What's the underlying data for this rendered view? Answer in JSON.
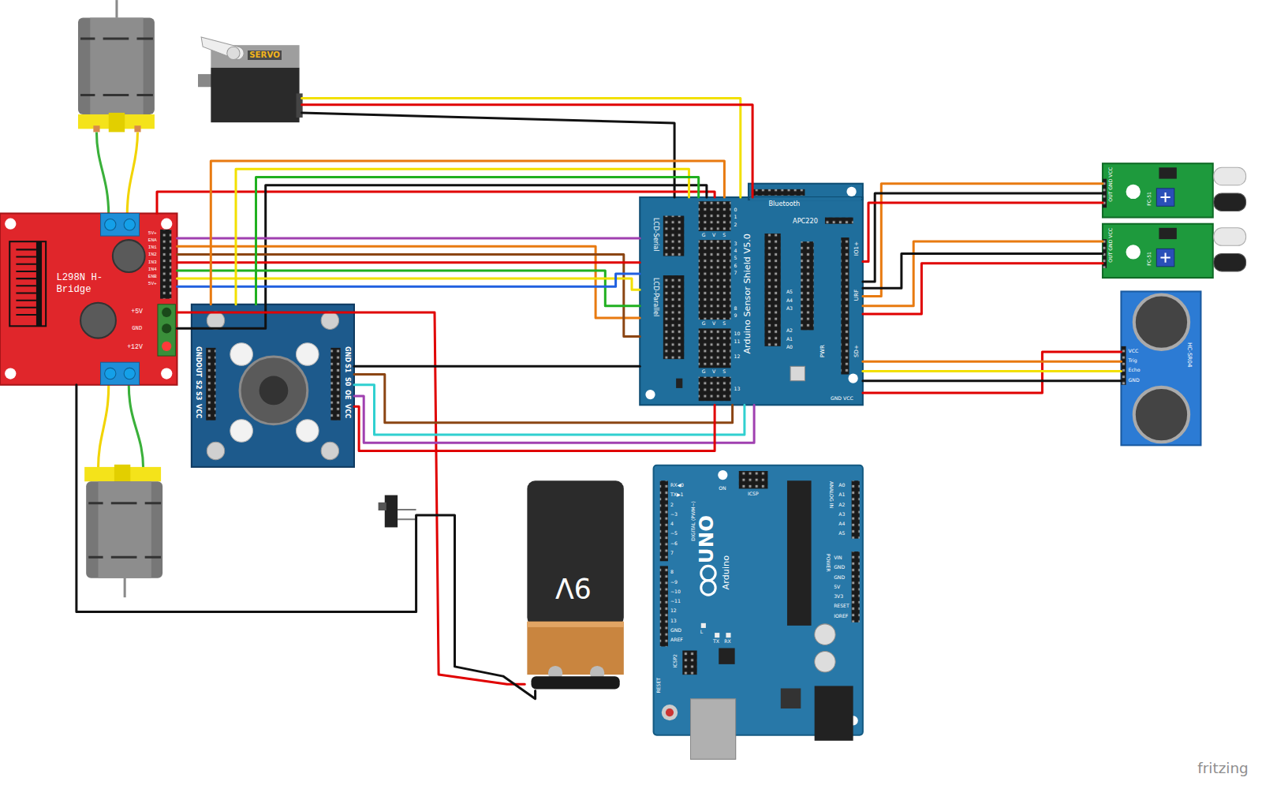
{
  "diagram": {
    "nodes": [
      {
        "text": [
          "SERVO"
        ]
      },
      {
        "text": [
          "L298N H-Bridge",
          "+5V",
          "GND",
          "+12V",
          "5V+",
          "ENA",
          "IN1",
          "IN2",
          "IN3",
          "IN4",
          "ENB",
          "5V+"
        ]
      },
      {
        "text": [
          "GND",
          "OUT",
          "S2",
          "S3",
          "VCC",
          "GND",
          "S1",
          "S0",
          "OE",
          "VCC"
        ]
      },
      {
        "text": [
          "Arduino Sensor Shield V5.0",
          "Bluetooth",
          "APC220",
          "LCD-Serial",
          "LCD-Parallel",
          "PWR",
          "SD+",
          "IO1+",
          "URF",
          "GND VCC",
          "0",
          "1",
          "2",
          "3",
          "4",
          "5",
          "6",
          "7",
          "8",
          "9",
          "10",
          "11",
          "12",
          "13",
          "A0",
          "A1",
          "A2",
          "A3",
          "A4",
          "A5",
          "G",
          "V",
          "S",
          "G",
          "V",
          "S",
          "G",
          "V",
          "S"
        ]
      },
      {
        "text": [
          "OUT GND VCC",
          "FC-51"
        ]
      },
      {
        "text": [
          "OUT GND VCC",
          "FC-51"
        ]
      },
      {
        "text": [
          "VCC",
          "Trig",
          "Echo",
          "GND",
          "HC-SR04"
        ]
      },
      {
        "text": [
          "9V"
        ]
      },
      {
        "text": [
          "UNO",
          "Arduino",
          "DIGITAL (PWM~)",
          "ANALOG IN",
          "POWER",
          "ICSP",
          "ICSP2",
          "RESET",
          "ON",
          "L",
          "TX",
          "RX",
          "RX◀0",
          "TX▶1",
          "2",
          "~3",
          "4",
          "~5",
          "~6",
          "7",
          "8",
          "~9",
          "~10",
          "~11",
          "12",
          "13",
          "GND",
          "AREF",
          "A0",
          "A1",
          "A2",
          "A3",
          "A4",
          "A5",
          "VIN",
          "GND",
          "GND",
          "5V",
          "3V3",
          "RESET",
          "IOREF"
        ]
      }
    ],
    "edges": [
      {
        "from": 0,
        "to": 3,
        "arrow": "none"
      },
      {
        "from": 0,
        "to": 3,
        "arrow": "none"
      },
      {
        "from": 0,
        "to": 3,
        "arrow": "none"
      },
      {
        "from": 1,
        "to": 3,
        "arrow": "none"
      },
      {
        "from": 1,
        "to": 3,
        "arrow": "none"
      },
      {
        "from": 1,
        "to": 3,
        "arrow": "none"
      },
      {
        "from": 1,
        "to": 3,
        "arrow": "none"
      },
      {
        "from": 1,
        "to": 3,
        "arrow": "none"
      },
      {
        "from": 1,
        "to": 3,
        "arrow": "none"
      },
      {
        "from": 1,
        "to": 3,
        "arrow": "none"
      },
      {
        "from": 1,
        "to": 3,
        "arrow": "none"
      },
      {
        "from": 1,
        "to": 3,
        "arrow": "none"
      },
      {
        "from": 1,
        "to": 7,
        "arrow": "none"
      },
      {
        "from": 1,
        "to": 7,
        "arrow": "none"
      },
      {
        "from": 2,
        "to": 3,
        "arrow": "none"
      },
      {
        "from": 2,
        "to": 3,
        "arrow": "none"
      },
      {
        "from": 2,
        "to": 3,
        "arrow": "none"
      },
      {
        "from": 2,
        "to": 3,
        "arrow": "none"
      },
      {
        "from": 2,
        "to": 3,
        "arrow": "none"
      },
      {
        "from": 2,
        "to": 3,
        "arrow": "none"
      },
      {
        "from": 2,
        "to": 3,
        "arrow": "none"
      },
      {
        "from": 2,
        "to": 3,
        "arrow": "none"
      },
      {
        "from": 4,
        "to": 3,
        "arrow": "none"
      },
      {
        "from": 4,
        "to": 3,
        "arrow": "none"
      },
      {
        "from": 4,
        "to": 3,
        "arrow": "none"
      },
      {
        "from": 5,
        "to": 3,
        "arrow": "none"
      },
      {
        "from": 5,
        "to": 3,
        "arrow": "none"
      },
      {
        "from": 5,
        "to": 3,
        "arrow": "none"
      },
      {
        "from": 6,
        "to": 3,
        "arrow": "none"
      },
      {
        "from": 6,
        "to": 3,
        "arrow": "none"
      },
      {
        "from": 6,
        "to": 3,
        "arrow": "none"
      },
      {
        "from": 6,
        "to": 3,
        "arrow": "none"
      }
    ],
    "labels": [
      "fritzing"
    ]
  }
}
